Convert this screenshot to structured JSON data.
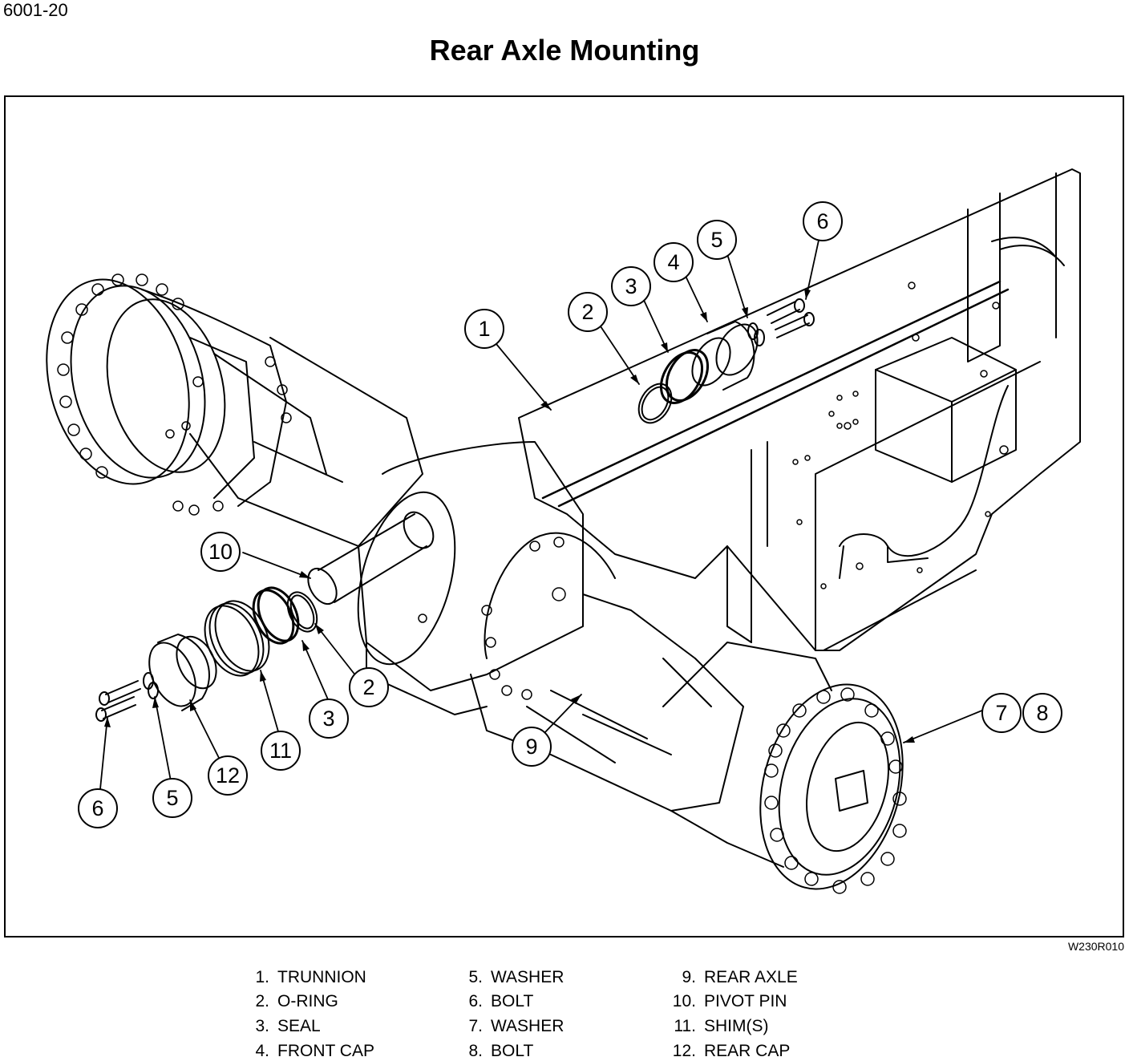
{
  "header": {
    "page_number": "6001-20",
    "title": "Rear Axle Mounting"
  },
  "figure": {
    "figure_id": "W230R010",
    "callouts": [
      "1",
      "2",
      "3",
      "4",
      "5",
      "6",
      "10",
      "2",
      "3",
      "11",
      "12",
      "5",
      "6",
      "9",
      "7",
      "8"
    ]
  },
  "legend": {
    "items": [
      {
        "num": "1.",
        "label": "TRUNNION"
      },
      {
        "num": "2.",
        "label": "O-RING"
      },
      {
        "num": "3.",
        "label": "SEAL"
      },
      {
        "num": "4.",
        "label": "FRONT CAP"
      },
      {
        "num": "5.",
        "label": "WASHER"
      },
      {
        "num": "6.",
        "label": "BOLT"
      },
      {
        "num": "7.",
        "label": "WASHER"
      },
      {
        "num": "8.",
        "label": "BOLT"
      },
      {
        "num": "9.",
        "label": "REAR AXLE"
      },
      {
        "num": "10.",
        "label": "PIVOT PIN"
      },
      {
        "num": "11.",
        "label": "SHIM(S)"
      },
      {
        "num": "12.",
        "label": "REAR CAP"
      }
    ]
  }
}
